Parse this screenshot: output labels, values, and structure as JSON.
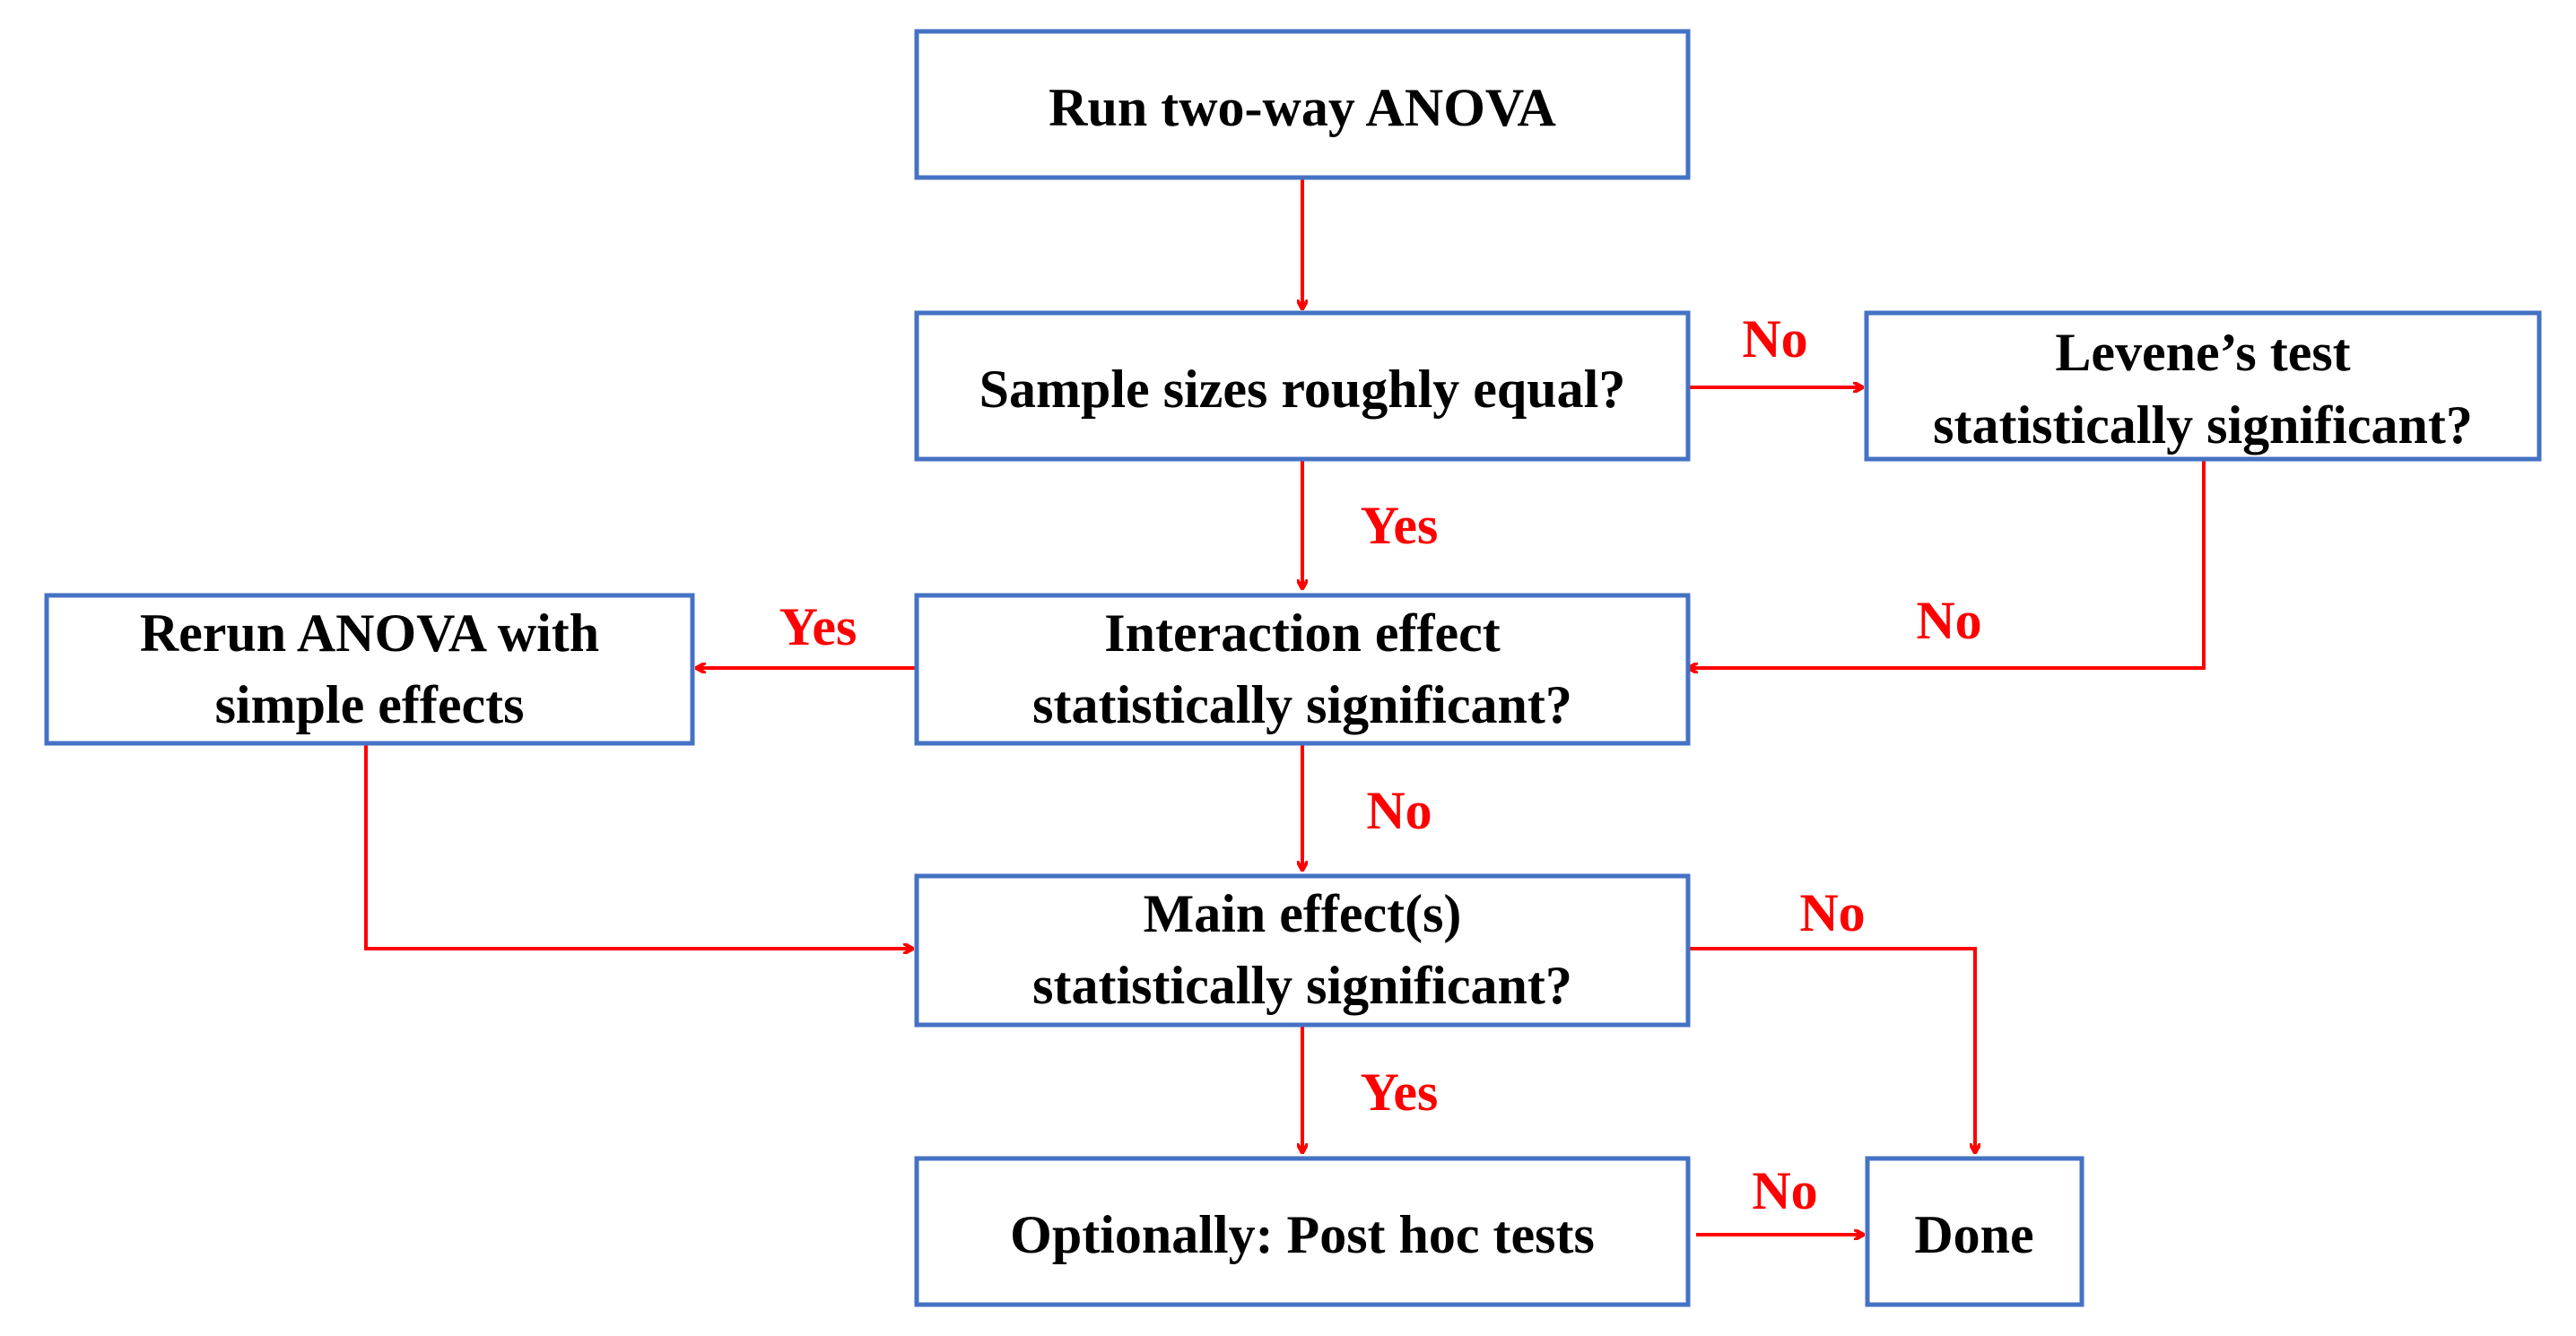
{
  "nodes": {
    "run_anova": {
      "lines": [
        "Run two-way ANOVA"
      ]
    },
    "sample_sizes": {
      "lines": [
        "Sample sizes roughly equal?"
      ]
    },
    "levene": {
      "lines": [
        "Levene’s test",
        "statistically significant?"
      ]
    },
    "interaction": {
      "lines": [
        "Interaction effect",
        "statistically significant?"
      ]
    },
    "rerun": {
      "lines": [
        "Rerun ANOVA with",
        "simple effects"
      ]
    },
    "main_effects": {
      "lines": [
        "Main effect(s)",
        "statistically significant?"
      ]
    },
    "post_hoc": {
      "lines": [
        "Optionally: Post hoc tests"
      ]
    },
    "done": {
      "lines": [
        "Done"
      ]
    }
  },
  "edges": {
    "run_to_sample": {
      "label": ""
    },
    "sample_to_levene": {
      "label": "No"
    },
    "sample_to_interaction": {
      "label": "Yes"
    },
    "levene_to_interaction": {
      "label": "No"
    },
    "interaction_to_rerun": {
      "label": "Yes"
    },
    "interaction_to_main": {
      "label": "No"
    },
    "rerun_to_main": {
      "label": ""
    },
    "main_to_done": {
      "label": "No"
    },
    "main_to_posthoc": {
      "label": "Yes"
    },
    "posthoc_to_done": {
      "label": "No"
    }
  },
  "colors": {
    "box_border": "#4472C4",
    "arrow": "#FF0000",
    "edge_label": "#FF0000",
    "node_text": "#000000"
  }
}
